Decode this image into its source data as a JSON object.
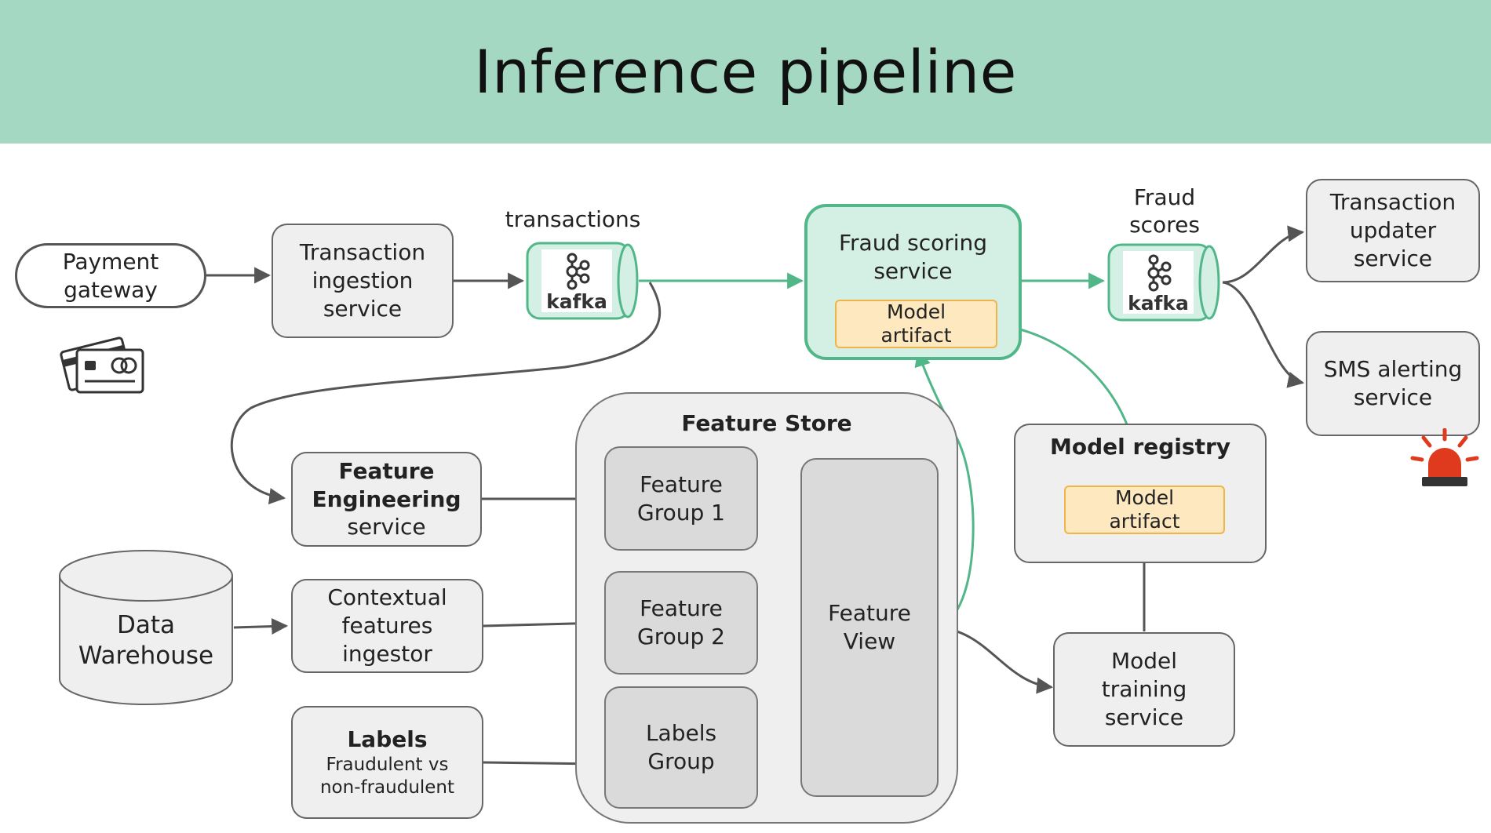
{
  "title": "Inference pipeline",
  "nodes": {
    "payment_gateway": [
      "Payment",
      "gateway"
    ],
    "transaction_ingestion": [
      "Transaction",
      "ingestion",
      "service"
    ],
    "transactions_topic": "transactions",
    "kafka_label": "kafka",
    "fraud_scoring": [
      "Fraud scoring",
      "service"
    ],
    "model_artifact": [
      "Model",
      "artifact"
    ],
    "fraud_scores_topic": [
      "Fraud",
      "scores"
    ],
    "transaction_updater": [
      "Transaction",
      "updater",
      "service"
    ],
    "sms_alerting": [
      "SMS alerting",
      "service"
    ],
    "feature_engineering": [
      "Feature",
      "Engineering",
      "service"
    ],
    "data_warehouse": [
      "Data",
      "Warehouse"
    ],
    "contextual_features": [
      "Contextual",
      "features",
      "ingestor"
    ],
    "labels": {
      "title": "Labels",
      "subtitle": [
        "Fraudulent vs",
        "non-fraudulent"
      ]
    },
    "feature_store": "Feature Store",
    "feature_group_1": [
      "Feature",
      "Group 1"
    ],
    "feature_group_2": [
      "Feature",
      "Group 2"
    ],
    "labels_group": [
      "Labels",
      "Group"
    ],
    "feature_view": [
      "Feature",
      "View"
    ],
    "model_registry": "Model registry",
    "model_training": [
      "Model",
      "training",
      "service"
    ]
  },
  "colors": {
    "header": "#a4d8c3",
    "kafka_green": "#52b788",
    "artifact_fill": "#fde8bf",
    "artifact_border": "#f0b54a",
    "arrow_grey": "#555555",
    "alarm_red": "#e03a1e"
  },
  "icons": [
    "credit-cards-icon",
    "kafka-icon",
    "alarm-light-icon"
  ]
}
